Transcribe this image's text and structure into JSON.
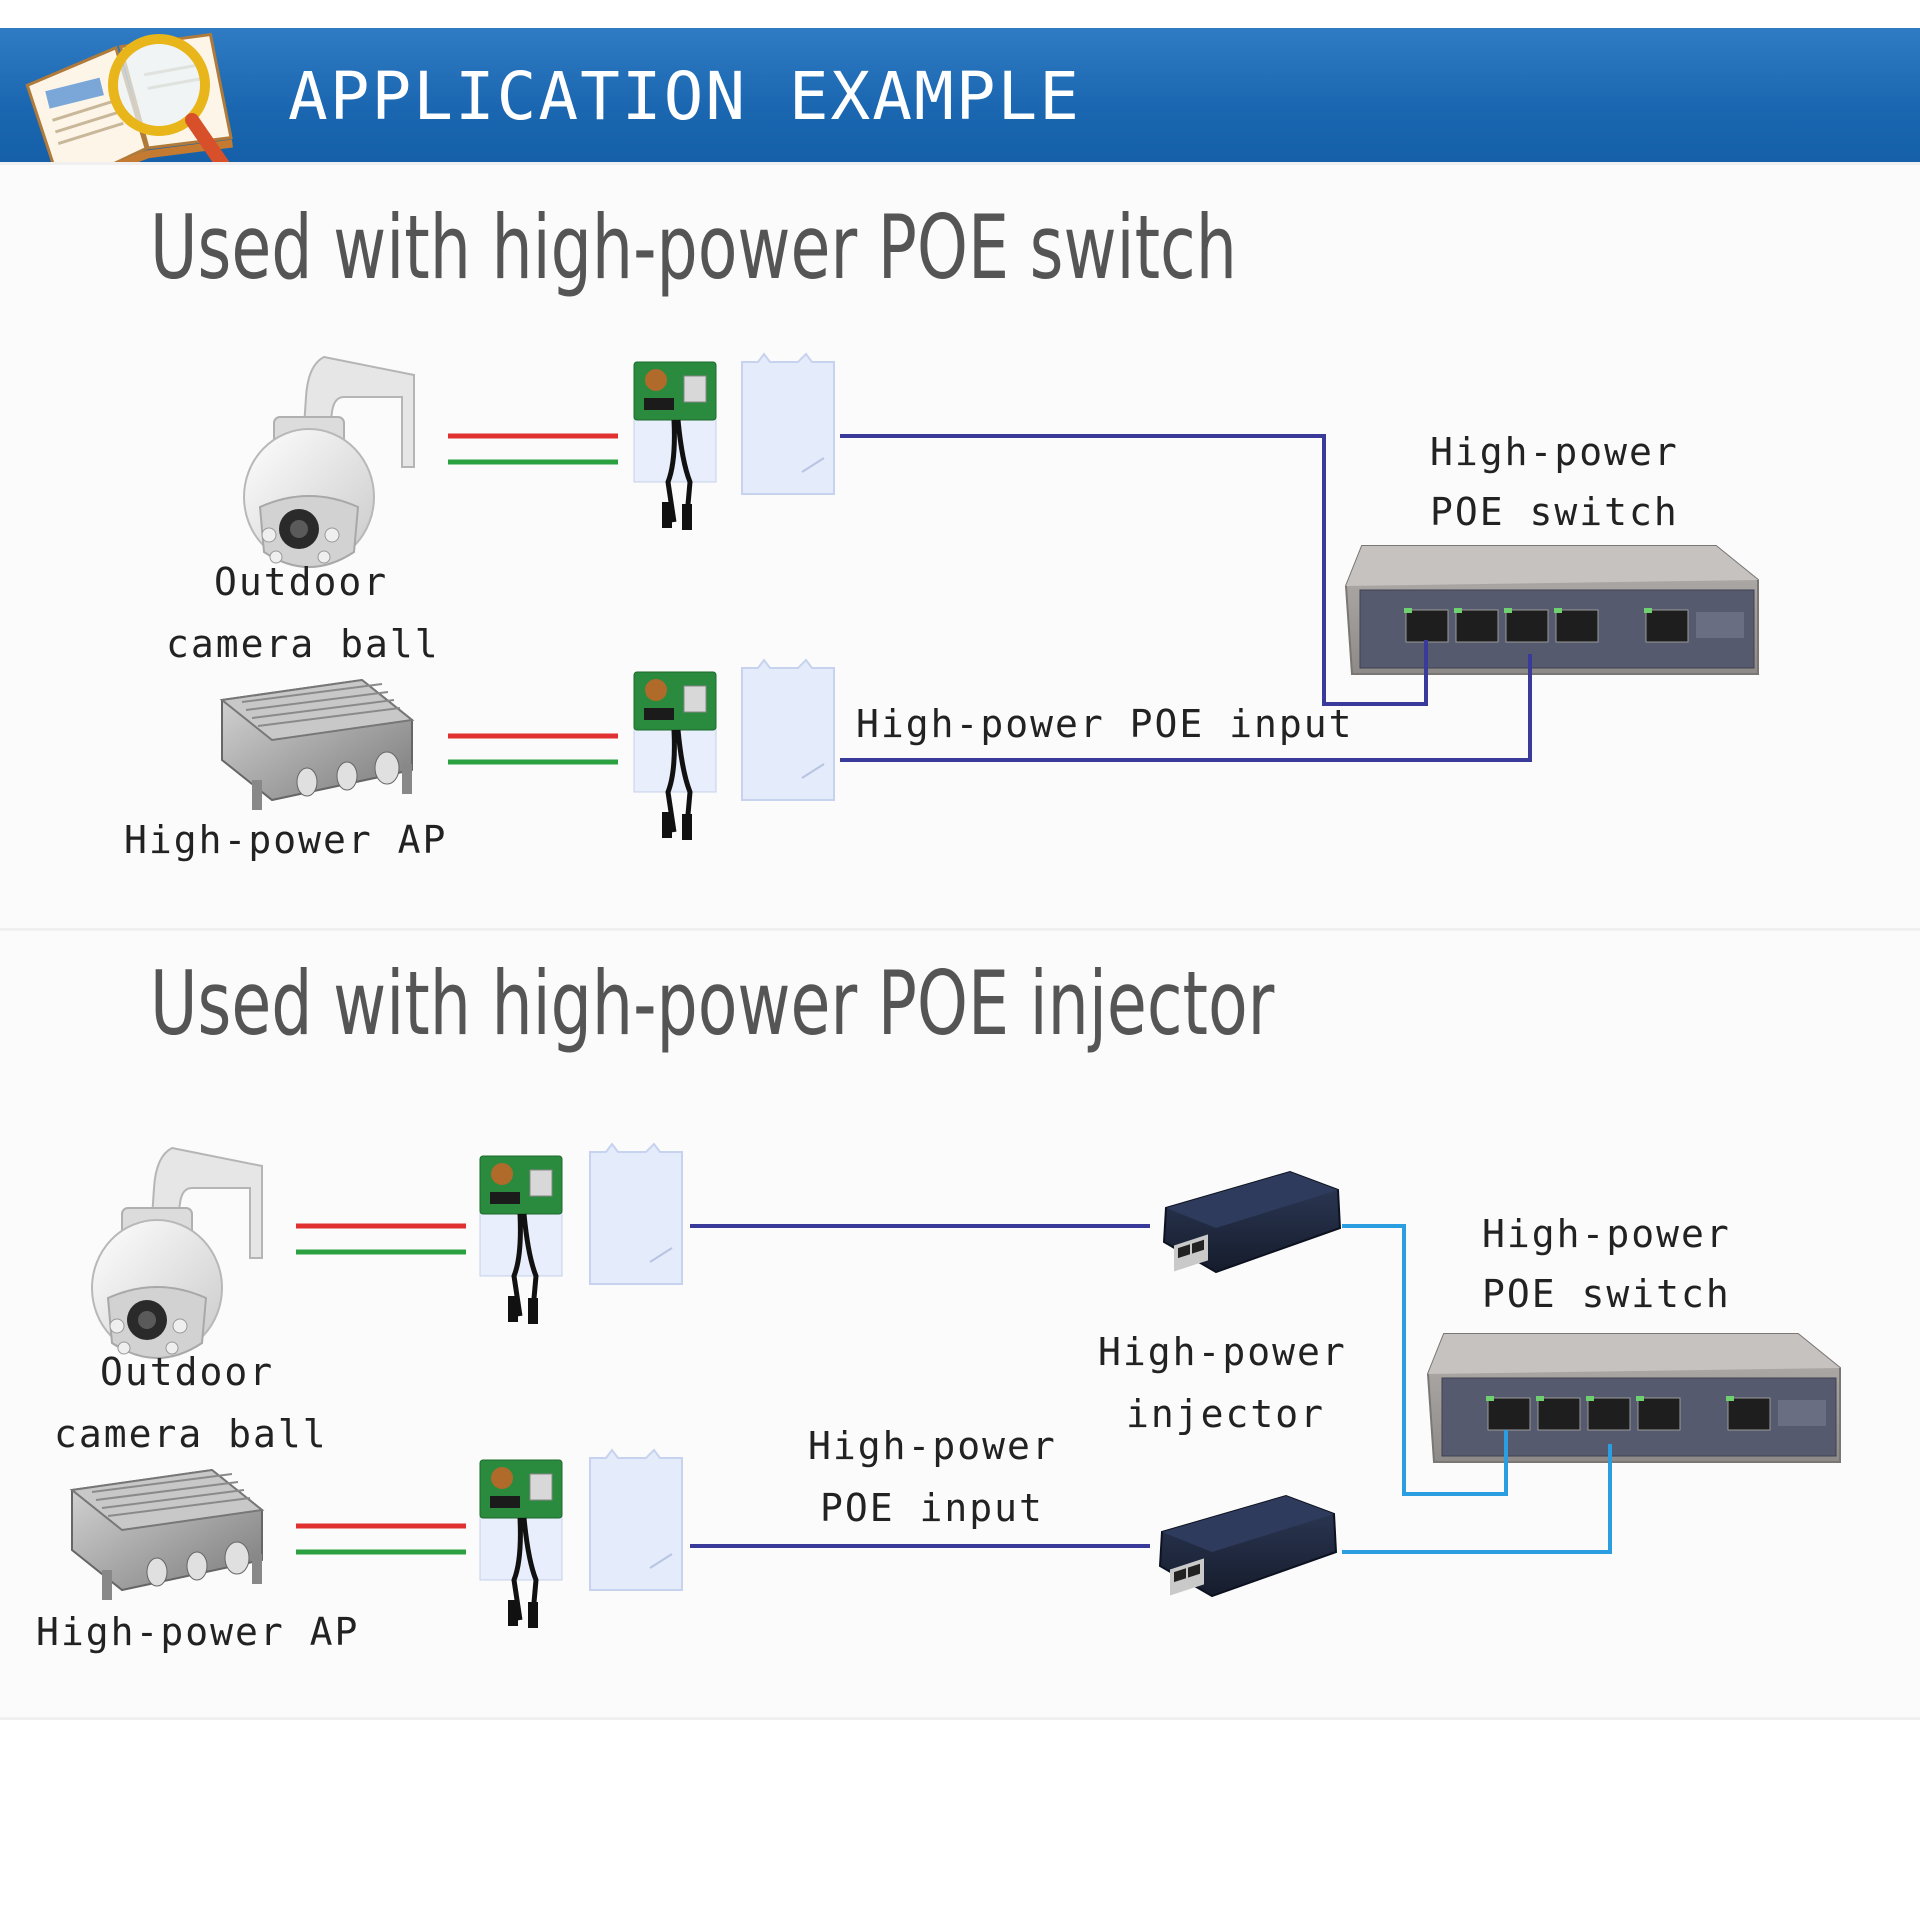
{
  "header": {
    "title": "APPLICATION EXAMPLE"
  },
  "section1": {
    "heading": "Used with high-power POE switch",
    "camera_label_1": "Outdoor",
    "camera_label_2": "camera ball",
    "ap_label": "High-power AP",
    "switch_label_1": "High-power",
    "switch_label_2": "POE switch",
    "input_label": "High-power POE input"
  },
  "section2": {
    "heading": "Used with high-power POE injector",
    "camera_label_1": "Outdoor",
    "camera_label_2": "camera ball",
    "ap_label": "High-power AP",
    "switch_label_1": "High-power",
    "switch_label_2": "POE switch",
    "injector_label_1": "High-power",
    "injector_label_2": "injector",
    "input_label_1": "High-power",
    "input_label_2": "POE input"
  },
  "colors": {
    "banner": "#1a66b0",
    "poe_line": "#3a3a9a",
    "injector_line": "#2a9ee0",
    "red_wire": "#e03030",
    "green_wire": "#2aa040"
  }
}
